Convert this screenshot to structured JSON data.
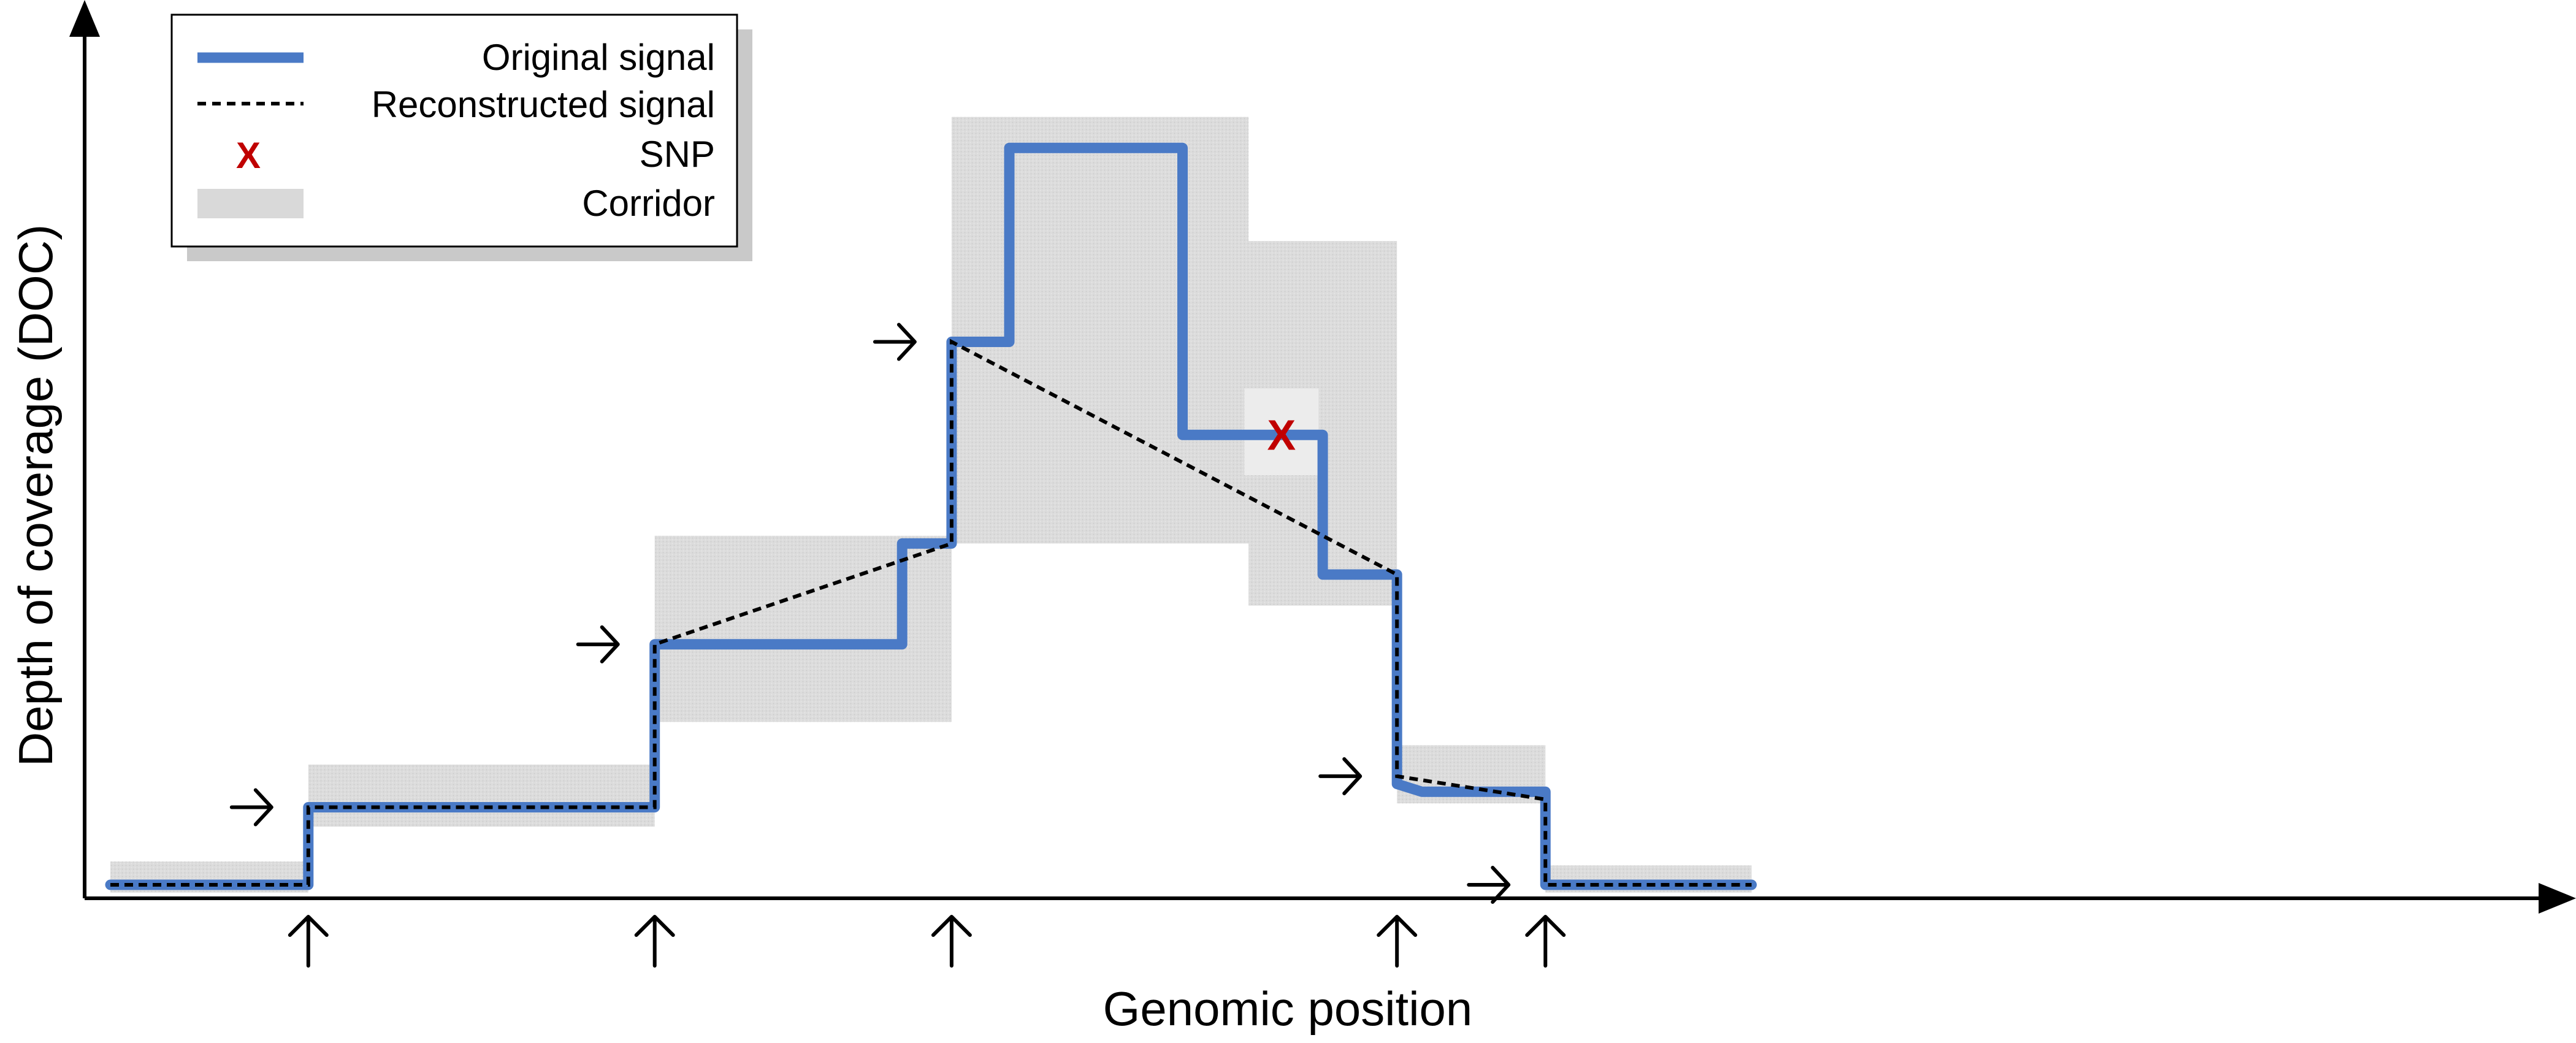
{
  "figure": {
    "x_axis_label": "Genomic position",
    "y_axis_label": "Depth of coverage (DOC)"
  },
  "legend": {
    "position": "top-left",
    "original_label": "Original signal",
    "reconstructed_label": "Reconstructed signal",
    "snp_label": "SNP",
    "snp_symbol": "X",
    "corridor_label": "Corridor"
  },
  "colors": {
    "original_signal": "#4a7ac6",
    "reconstructed_signal": "#000000",
    "snp": "#c00000",
    "corridor": "#d9d9d9",
    "legend_shadow": "#c9c9c9"
  },
  "chart_data": {
    "type": "line",
    "grid": false,
    "series": [
      {
        "name": "Original signal",
        "style": "step",
        "points": [
          [
            0,
            0
          ],
          [
            2.4,
            0
          ],
          [
            2.4,
            1
          ],
          [
            6.6,
            1
          ],
          [
            6.6,
            3.1
          ],
          [
            9.6,
            3.1
          ],
          [
            9.6,
            4.4
          ],
          [
            10.2,
            4.4
          ],
          [
            10.2,
            7
          ],
          [
            10.9,
            7
          ],
          [
            10.9,
            9.5
          ],
          [
            13,
            9.5
          ],
          [
            13,
            5.8
          ],
          [
            14.7,
            5.8
          ],
          [
            14.7,
            4
          ],
          [
            15.6,
            4
          ],
          [
            15.6,
            1.3
          ],
          [
            15.9,
            1.2
          ],
          [
            17.4,
            1.2
          ],
          [
            17.4,
            0
          ],
          [
            19.9,
            0
          ]
        ]
      },
      {
        "name": "Reconstructed signal",
        "style": "dashed",
        "points": [
          [
            0,
            0
          ],
          [
            2.4,
            0
          ],
          [
            2.4,
            1
          ],
          [
            6.6,
            1
          ],
          [
            6.6,
            3.1
          ],
          [
            10.2,
            4.4
          ],
          [
            10.2,
            7
          ],
          [
            15.6,
            4
          ],
          [
            15.6,
            1.4
          ],
          [
            17.4,
            1.1
          ],
          [
            17.4,
            0
          ],
          [
            19.9,
            0
          ]
        ]
      }
    ],
    "corridors": [
      {
        "x": [
          0,
          2.4
        ],
        "y": [
          -0.1,
          0.3
        ]
      },
      {
        "x": [
          2.4,
          6.6
        ],
        "y": [
          0.75,
          1.55
        ]
      },
      {
        "x": [
          6.6,
          10.2
        ],
        "y": [
          2.1,
          4.5
        ]
      },
      {
        "x": [
          10.2,
          13.8
        ],
        "y": [
          4.4,
          9.9
        ]
      },
      {
        "x": [
          13.8,
          15.6
        ],
        "y": [
          3.6,
          8.3
        ]
      },
      {
        "x": [
          15.6,
          17.4
        ],
        "y": [
          1.05,
          1.8
        ]
      },
      {
        "x": [
          17.4,
          19.9
        ],
        "y": [
          -0.1,
          0.25
        ]
      }
    ],
    "snp": {
      "x": 14.2,
      "y": 5.8,
      "box": {
        "x": [
          13.75,
          14.65
        ],
        "y": [
          5.28,
          6.4
        ]
      }
    },
    "breakpoint_arrows_x": [
      2.4,
      6.6,
      10.2,
      15.6,
      17.4
    ],
    "start_arrows": [
      {
        "x": 2.4,
        "y": 1
      },
      {
        "x": 6.6,
        "y": 3.1
      },
      {
        "x": 10.2,
        "y": 7
      },
      {
        "x": 15.6,
        "y": 1.4
      },
      {
        "x": 17.4,
        "y": 0
      }
    ]
  }
}
